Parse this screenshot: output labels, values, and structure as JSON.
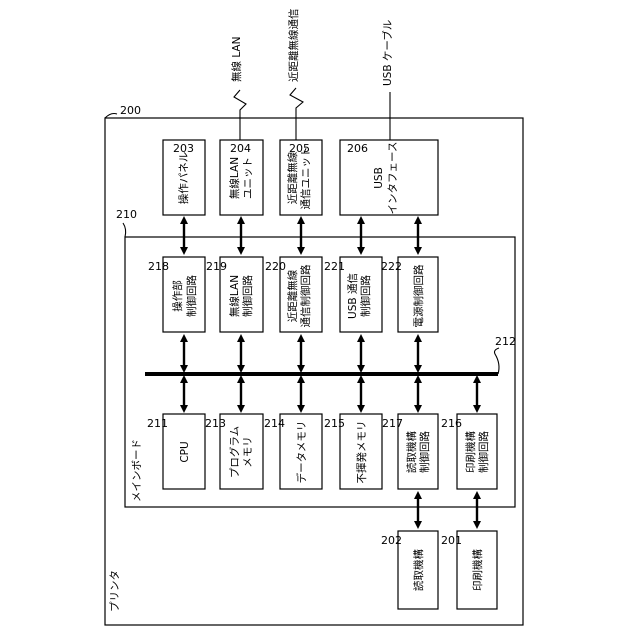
{
  "frames": {
    "printer": {
      "label": "プリンタ",
      "ref": "200"
    },
    "main_board": {
      "label": "メインボード",
      "ref": "210"
    },
    "bus_ref": "212"
  },
  "external_labels": {
    "wireless_lan": "無線 LAN",
    "near_field": "近距離無線通信",
    "usb_cable": "USB ケーブル"
  },
  "top_units": [
    {
      "id": "operation-panel",
      "lines": [
        "操作パネル"
      ],
      "ref": "203"
    },
    {
      "id": "wireless-lan-unit",
      "lines": [
        "無線LAN",
        "ユニット"
      ],
      "ref": "204"
    },
    {
      "id": "nfc-unit",
      "lines": [
        "近距離無線",
        "通信ユニット"
      ],
      "ref": "205"
    },
    {
      "id": "usb-interface",
      "lines": [
        "USB",
        "インタフェース"
      ],
      "ref": "206"
    }
  ],
  "controllers": [
    {
      "id": "operation-controller",
      "lines": [
        "操作部",
        "制御回路"
      ],
      "ref": "218"
    },
    {
      "id": "wireless-lan-controller",
      "lines": [
        "無線LAN",
        "制御回路"
      ],
      "ref": "219"
    },
    {
      "id": "nfc-controller",
      "lines": [
        "近距離無線",
        "通信制御回路"
      ],
      "ref": "220"
    },
    {
      "id": "usb-controller",
      "lines": [
        "USB 通信",
        "制御回路"
      ],
      "ref": "221"
    },
    {
      "id": "power-controller",
      "lines": [
        "電源制御回路"
      ],
      "ref": "222"
    }
  ],
  "lower_blocks": [
    {
      "id": "cpu",
      "lines": [
        "CPU"
      ],
      "ref": "211"
    },
    {
      "id": "program-memory",
      "lines": [
        "プログラム",
        "メモリ"
      ],
      "ref": "213"
    },
    {
      "id": "data-memory",
      "lines": [
        "データメモリ"
      ],
      "ref": "214"
    },
    {
      "id": "nonvolatile-memory",
      "lines": [
        "不揮発メモリ"
      ],
      "ref": "215"
    },
    {
      "id": "reader-controller",
      "lines": [
        "読取機構",
        "制御回路"
      ],
      "ref": "217"
    },
    {
      "id": "printer-controller",
      "lines": [
        "印刷機構",
        "制御回路"
      ],
      "ref": "216"
    }
  ],
  "mechanisms": [
    {
      "id": "reading-mechanism",
      "lines": [
        "読取機構"
      ],
      "ref": "202"
    },
    {
      "id": "printing-mechanism",
      "lines": [
        "印刷機構"
      ],
      "ref": "201"
    }
  ]
}
